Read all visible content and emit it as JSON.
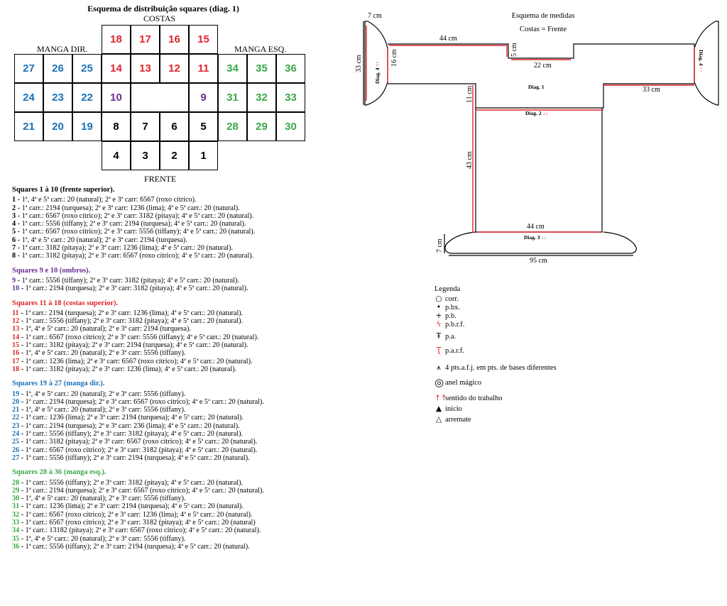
{
  "grid": {
    "title": "Esquema de distribuição squares (diag. 1)",
    "top_label": "COSTAS",
    "bottom_label": "FRENTE",
    "left_label": "MANGA DIR.",
    "right_label": "MANGA ESQ.",
    "cells": [
      {
        "n": "18",
        "c": "red",
        "col": 3,
        "row": 0
      },
      {
        "n": "17",
        "c": "red",
        "col": 4,
        "row": 0
      },
      {
        "n": "16",
        "c": "red",
        "col": 5,
        "row": 0
      },
      {
        "n": "15",
        "c": "red",
        "col": 6,
        "row": 0
      },
      {
        "n": "27",
        "c": "blue",
        "col": 0,
        "row": 1
      },
      {
        "n": "26",
        "c": "blue",
        "col": 1,
        "row": 1
      },
      {
        "n": "25",
        "c": "blue",
        "col": 2,
        "row": 1
      },
      {
        "n": "14",
        "c": "red",
        "col": 3,
        "row": 1
      },
      {
        "n": "13",
        "c": "red",
        "col": 4,
        "row": 1
      },
      {
        "n": "12",
        "c": "red",
        "col": 5,
        "row": 1
      },
      {
        "n": "11",
        "c": "red",
        "col": 6,
        "row": 1
      },
      {
        "n": "34",
        "c": "green",
        "col": 7,
        "row": 1
      },
      {
        "n": "35",
        "c": "green",
        "col": 8,
        "row": 1
      },
      {
        "n": "36",
        "c": "green",
        "col": 9,
        "row": 1
      },
      {
        "n": "24",
        "c": "blue",
        "col": 0,
        "row": 2
      },
      {
        "n": "23",
        "c": "blue",
        "col": 1,
        "row": 2
      },
      {
        "n": "22",
        "c": "blue",
        "col": 2,
        "row": 2
      },
      {
        "n": "10",
        "c": "purple",
        "col": 3,
        "row": 2
      },
      {
        "n": "",
        "c": "black",
        "col": 4,
        "row": 2,
        "w": 2
      },
      {
        "n": "9",
        "c": "purple",
        "col": 6,
        "row": 2
      },
      {
        "n": "31",
        "c": "green",
        "col": 7,
        "row": 2
      },
      {
        "n": "32",
        "c": "green",
        "col": 8,
        "row": 2
      },
      {
        "n": "33",
        "c": "green",
        "col": 9,
        "row": 2
      },
      {
        "n": "21",
        "c": "blue",
        "col": 0,
        "row": 3
      },
      {
        "n": "20",
        "c": "blue",
        "col": 1,
        "row": 3
      },
      {
        "n": "19",
        "c": "blue",
        "col": 2,
        "row": 3
      },
      {
        "n": "8",
        "c": "black",
        "col": 3,
        "row": 3
      },
      {
        "n": "7",
        "c": "black",
        "col": 4,
        "row": 3
      },
      {
        "n": "6",
        "c": "black",
        "col": 5,
        "row": 3
      },
      {
        "n": "5",
        "c": "black",
        "col": 6,
        "row": 3
      },
      {
        "n": "28",
        "c": "green",
        "col": 7,
        "row": 3
      },
      {
        "n": "29",
        "c": "green",
        "col": 8,
        "row": 3
      },
      {
        "n": "30",
        "c": "green",
        "col": 9,
        "row": 3
      },
      {
        "n": "4",
        "c": "black",
        "col": 3,
        "row": 4
      },
      {
        "n": "3",
        "c": "black",
        "col": 4,
        "row": 4
      },
      {
        "n": "2",
        "c": "black",
        "col": 5,
        "row": 4
      },
      {
        "n": "1",
        "c": "black",
        "col": 6,
        "row": 4
      }
    ]
  },
  "sections": [
    {
      "title": "Squares 1 à 10 (frente superior).",
      "color": "black",
      "rows": [
        {
          "n": "1",
          "t": " - 1ª, 4ª e 5ª carr.: 20 (natural); 2ª e 3ª carr: 6567 (roxo cítrico)."
        },
        {
          "n": "2",
          "t": " - 1ª carr.: 2194 (turquesa); 2ª e 3ª carr: 1236 (lima); 4ª e 5ª  carr.: 20 (natural)."
        },
        {
          "n": "3",
          "t": " - 1ª carr.: 6567 (roxo cítrico); 2ª e 3ª carr: 3182 (pitaya); 4ª e 5ª  carr.: 20 (natural)."
        },
        {
          "n": "4",
          "t": " - 1ª carr.: 5556 (tiffany); 2ª e 3ª carr: 2194 (turquesa); 4ª e 5ª  carr.: 20 (natural)."
        },
        {
          "n": "5",
          "t": " - 1ª carr.: 6567 (roxo cítrico); 2ª e 3ª carr: 5556 (tiffany); 4ª e 5ª  carr.: 20 (natural)."
        },
        {
          "n": "6",
          "t": " - 1ª, 4ª e 5ª carr.: 20 (natural); 2ª e 3ª carr: 2194 (turquesa)."
        },
        {
          "n": "7",
          "t": " - 1ª carr.: 3182 (pitaya); 2ª e 3ª carr: 1236 (lima); 4ª e 5ª  carr.: 20 (natural)."
        },
        {
          "n": "8",
          "t": " - 1ª carr.: 3182 (pitaya); 2ª e 3ª carr: 6567 (roxo cítrico); 4ª e 5ª  carr.: 20 (natural)."
        }
      ]
    },
    {
      "title": "Squares 9 e 10 (ombros).",
      "color": "purple",
      "rows": [
        {
          "n": "9",
          "t": " - 1ª carr.: 5556 (tiffany); 2ª e 3ª carr: 3182 (pitaya); 4ª e 5ª  carr.: 20 (natural)."
        },
        {
          "n": "10",
          "t": " - 1ª carr.: 2194 (turquesa); 2ª e 3ª carr: 3182 (pitaya); 4ª e 5ª  carr.: 20 (natural)."
        }
      ]
    },
    {
      "title": "Squares 11 à 18 (costas superior).",
      "color": "red",
      "rows": [
        {
          "n": "11",
          "t": " - 1ª carr.: 2194 (turquesa); 2ª e 3ª carr: 1236 (lima); 4ª e 5ª  carr.: 20 (natural)."
        },
        {
          "n": "12",
          "t": " - 1ª carr.: 5556 (tiffany); 2ª e 3ª carr: 3182 (pitaya); 4ª e 5ª  carr.: 20 (natural)."
        },
        {
          "n": "13",
          "t": " - 1ª, 4ª e 5ª carr.: 20 (natural); 2ª e 3ª carr: 2194 (turquesa)."
        },
        {
          "n": "14",
          "t": " - 1ª carr.: 6567 (roxo cítrico); 2ª e 3ª carr: 5556 (tiffany); 4ª e 5ª  carr.: 20 (natural)."
        },
        {
          "n": "15",
          "t": " - 1ª carr.: 3182 (pitaya); 2ª e 3ª carr: 2194 (turquesa); 4ª e 5ª  carr.: 20 (natural)."
        },
        {
          "n": "16",
          "t": " - 1ª, 4ª e 5ª carr.: 20 (natural); 2ª e 3ª carr: 5556 (tiffany)."
        },
        {
          "n": "17",
          "t": " - 1ª carr.: 1236 (lima); 2ª e 3ª carr: 6567 (roxo cítrico); 4ª e 5ª  carr.: 20 (natural)."
        },
        {
          "n": "18",
          "t": " - 1ª carr.: 3182 (pitaya); 2ª e 3ª carr: 1236 (lima); 4ª e 5ª  carr.: 20 (natural)."
        }
      ]
    },
    {
      "title": "Squares 19 à 27 (manga dir.).",
      "color": "blue",
      "rows": [
        {
          "n": "19",
          "t": " - 1ª, 4ª e 5ª carr.: 20 (natural); 2ª e 3ª carr: 5556 (tiffany)."
        },
        {
          "n": "20",
          "t": " - 1ª carr.: 2194 (turquesa); 2ª e 3ª carr: 6567 (roxo cítrico); 4ª e 5ª  carr.: 20 (natural)."
        },
        {
          "n": "21",
          "t": " - 1ª, 4ª e 5ª carr.: 20 (natural); 2ª e 3ª carr: 5556 (tiffany)."
        },
        {
          "n": "22",
          "t": " - 1ª carr.: 1236 (lima); 2ª e 3ª carr: 2194 (turquesa); 4ª e 5ª  carr.: 20 (natural)."
        },
        {
          "n": "23",
          "t": " - 1ª carr.: 2194 (turquesa); 2ª e 3ª carr: 236 (lima); 4ª e 5ª  carr.: 20 (natural)."
        },
        {
          "n": "24",
          "t": " - 1ª carr.: 5556 (tiffany); 2ª e 3ª carr: 3182 (pitaya); 4ª e 5ª  carr.: 20 (natural)."
        },
        {
          "n": "25",
          "t": " - 1ª carr.: 3182 (pitaya); 2ª e 3ª carr: 6567 (roxo cítrico); 4ª e 5ª  carr.: 20 (natural)."
        },
        {
          "n": "26",
          "t": " - 1ª carr.: 6567 (roxo cítrico); 2ª e 3ª carr: 3182 (pitaya); 4ª e 5ª  carr.: 20 (natural)."
        },
        {
          "n": "27",
          "t": " - 1ª carr.: 5556 (tiffany); 2ª e 3ª carr: 2194 (turquesa); 4ª e 5ª  carr.: 20 (natural)."
        }
      ]
    },
    {
      "title": "Squares 28 à 36 (manga esq.).",
      "color": "green",
      "rows": [
        {
          "n": "28",
          "t": " - 1ª carr.: 5556 (tiffany); 2ª e 3ª carr: 3182 (pitaya); 4ª e 5ª  carr.: 20 (natural)."
        },
        {
          "n": "29",
          "t": " - 1ª carr.: 2194 (turquesa); 2ª e 3ª carr: 6567 (roxo cítrico); 4ª e 5ª  carr.: 20 (natural)."
        },
        {
          "n": "30",
          "t": " - 1ª, 4ª e 5ª carr.: 20 (natural); 2ª e 3ª carr: 5556 (tiffany)."
        },
        {
          "n": "31",
          "t": " - 1ª carr.: 1236 (lima); 2ª e 3ª carr: 2194 (turquesa); 4ª e 5ª  carr.: 20 (natural)."
        },
        {
          "n": "32",
          "t": " - 1ª carr.: 6567 (roxo cítrico); 2ª e 3ª carr: 1236 (lima); 4ª e 5ª  carr.: 20 (natural)."
        },
        {
          "n": "33",
          "t": " - 1ª carr.: 6567 (roxo cítrico); 2ª e 3ª carr: 3182 (pitaya); 4ª e 5ª  carr.: 20 (natural)"
        },
        {
          "n": "34",
          "t": " - 1ª carr.: 13182 (pitaya); 2ª e 3ª carr: 6567 (roxo cítrico); 4ª e 5ª  carr.: 20 (natural)."
        },
        {
          "n": "35",
          "t": " - 1ª, 4ª e 5ª carr.: 20 (natural); 2ª e 3ª carr: 5556 (tiffany)."
        },
        {
          "n": "36",
          "t": " - 1ª carr.: 5556 (tiffany); 2ª e 3ª carr: 2194 (turquesa); 4ª e 5ª  carr.: 20 (natural)."
        }
      ]
    }
  ],
  "colors": {
    "red": "#e0232c",
    "blue": "#1a72b8",
    "green": "#3aa849",
    "purple": "#6b2d91",
    "black": "#000000"
  },
  "measure": {
    "title": "Esquema de medidas",
    "subtitle": "Costas = Frente",
    "m7_top": "7 cm",
    "m44_top": "44 cm",
    "m33_left": "33 cm",
    "m16": "16 cm",
    "m5": "5 cm",
    "m22": "22 cm",
    "m33_right": "33 cm",
    "m11": "11 cm",
    "m43": "43 cm",
    "m44_bottom": "44 cm",
    "m7_bottom": "7 cm",
    "m95": "95 cm",
    "diag1": "Diag. 1",
    "diag2": "Diag. 2",
    "diag3": "Diag. 3",
    "diag4": "Diag. 4",
    "arrows_down": "↓↓",
    "arrows_up": "↑↑"
  },
  "legend": {
    "title": "Legenda",
    "items": [
      {
        "icon": "open-circle-icon",
        "label": "corr."
      },
      {
        "icon": "filled-dot-icon",
        "label": "p.bx."
      },
      {
        "icon": "plus-icon",
        "label": "p.b."
      },
      {
        "icon": "pbrf-icon",
        "label": "p.b.r.f."
      },
      {
        "icon": "pa-icon",
        "label": "p.a."
      },
      {
        "icon": "parf-icon",
        "label": "p.a.r.f."
      },
      {
        "icon": "four-dc-together-icon",
        "label": "4 pts.a.f.j. em pts. de bases diferentes"
      },
      {
        "icon": "magic-ring-icon",
        "label": "anel mágico"
      },
      {
        "icon": "work-direction-icon",
        "label": "sentido do trabalho"
      },
      {
        "icon": "start-icon",
        "label": "início"
      },
      {
        "icon": "fasten-off-icon",
        "label": "arremate"
      }
    ]
  }
}
